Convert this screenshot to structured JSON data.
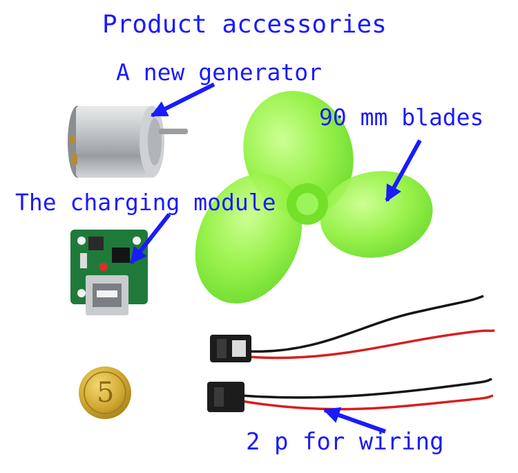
{
  "labels": {
    "title": "Product accessories",
    "generator": "A new generator",
    "blades": "90 mm blades",
    "charging_module": "The charging module",
    "wiring": "2 p for wiring"
  },
  "coin": {
    "numeral": "5"
  },
  "colors": {
    "label_text": "#1a1aff",
    "arrow": "#1a1aff",
    "blade_green": "#8ef03a",
    "pcb_green": "#1f7a3a",
    "wire_red": "#d81e1e",
    "wire_black": "#151515",
    "coin_gold": "#c9a227",
    "motor_silver": "#b9bcbf",
    "background": "#ffffff"
  }
}
